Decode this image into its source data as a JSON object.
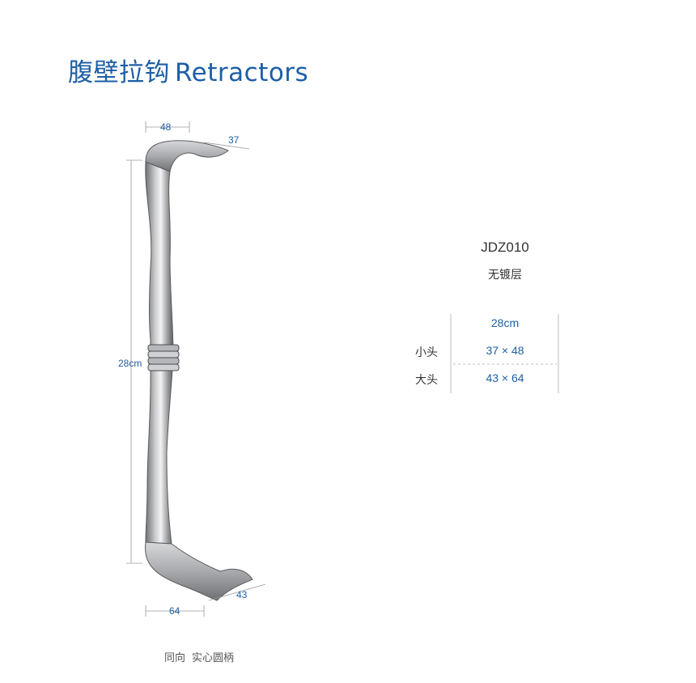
{
  "header": {
    "title_cn": "腹壁拉钩",
    "title_en": "Retractors"
  },
  "figure": {
    "dim_top_width": "48",
    "dim_top_depth": "37",
    "dim_length": "28cm",
    "dim_bottom_width": "64",
    "dim_bottom_depth": "43",
    "caption_1": "同向",
    "caption_2": "实心圆柄"
  },
  "spec": {
    "model": "JDZ010",
    "coating": "无镀层",
    "length": "28cm",
    "rows": [
      {
        "label": "小头",
        "value": "37 × 48"
      },
      {
        "label": "大头",
        "value": "43 × 64"
      }
    ]
  },
  "colors": {
    "accent": "#1d5fa6",
    "text": "#333333"
  }
}
